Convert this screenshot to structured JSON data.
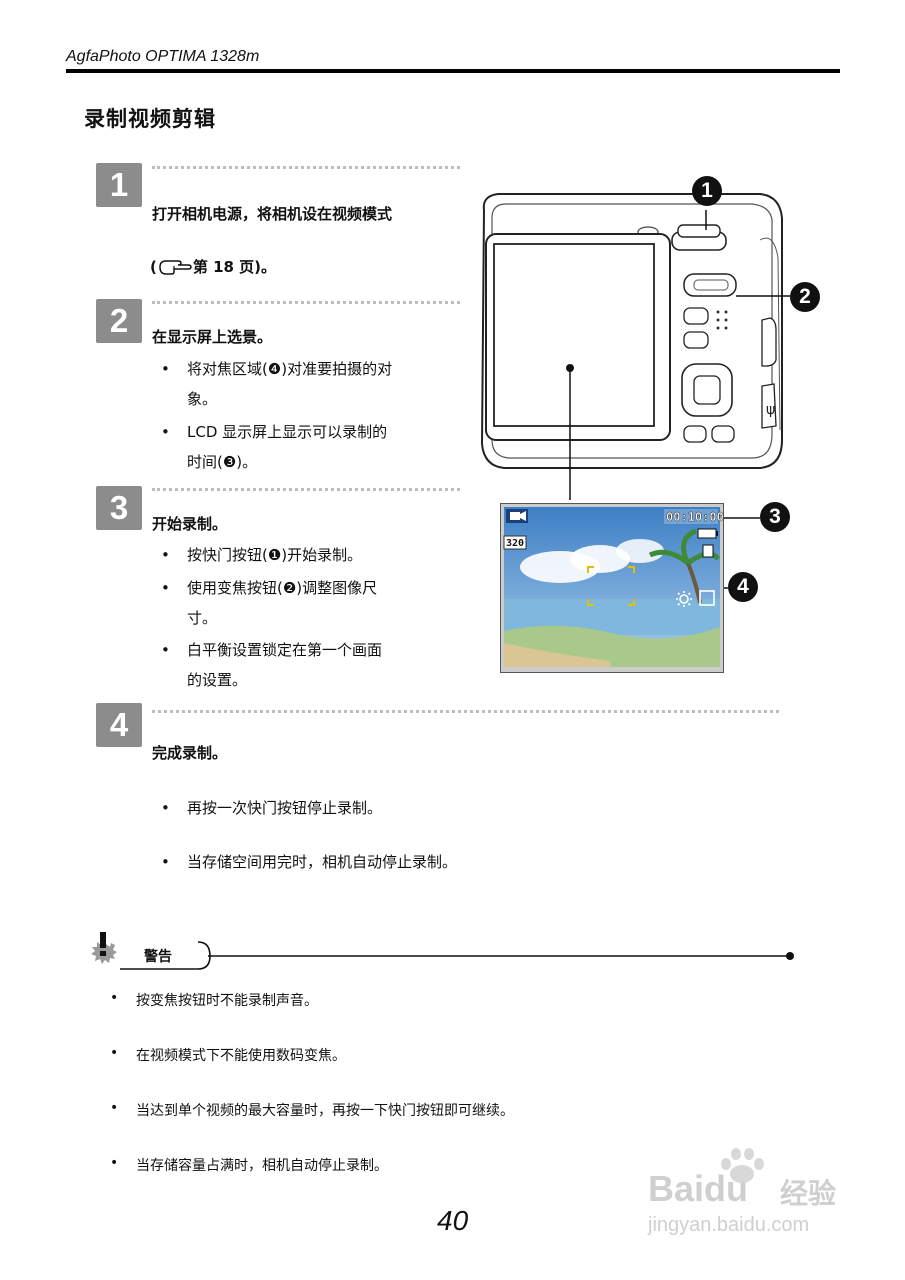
{
  "header": {
    "title": "AgfaPhoto OPTIMA 1328m"
  },
  "section": {
    "title": "录制视频剪辑"
  },
  "steps": [
    {
      "num": "1",
      "lines": [
        "打开相机电源，将相机设在视频模式",
        "第 18 页)。"
      ],
      "ref_open": "("
    },
    {
      "num": "2",
      "head": "在显示屏上选景。",
      "bullets": [
        [
          "将对焦区域(❹)对准要拍摄的对",
          "象。"
        ],
        [
          "LCD 显示屏上显示可以录制的",
          "时间(❸)。"
        ]
      ]
    },
    {
      "num": "3",
      "head": "开始录制。",
      "bullets": [
        [
          "按快门按钮(❶)开始录制。"
        ],
        [
          "使用变焦按钮(❷)调整图像尺",
          "寸。"
        ],
        [
          "白平衡设置锁定在第一个画面",
          "的设置。"
        ]
      ]
    },
    {
      "num": "4",
      "head": "完成录制。",
      "bullets": [
        [
          "再按一次快门按钮停止录制。"
        ],
        [
          "当存储空间用完时，相机自动停止录制。"
        ]
      ]
    }
  ],
  "bullet_symbol": "•",
  "figure": {
    "callouts": [
      "1",
      "2",
      "3",
      "4"
    ],
    "lcd": {
      "timer": "00:10:00",
      "resolution": "320"
    }
  },
  "warning": {
    "label": "警告",
    "items": [
      "按变焦按钮时不能录制声音。",
      "在视频模式下不能使用数码变焦。",
      "当达到单个视频的最大容量时，再按一下快门按钮即可继续。",
      "当存储容量占满时，相机自动停止录制。"
    ]
  },
  "page_number": "40",
  "watermark": {
    "brand_left": "Bai",
    "brand_right": "du",
    "brand_cn": "经验",
    "url": "jingyan.baidu.com"
  },
  "icons": {
    "ref": "pointing-hand-icon",
    "warning": "exclamation-icon",
    "video_mode": "video-camera-icon",
    "battery": "battery-icon",
    "white_balance": "sun-icon",
    "focus_frame": "focus-bracket-icon"
  }
}
